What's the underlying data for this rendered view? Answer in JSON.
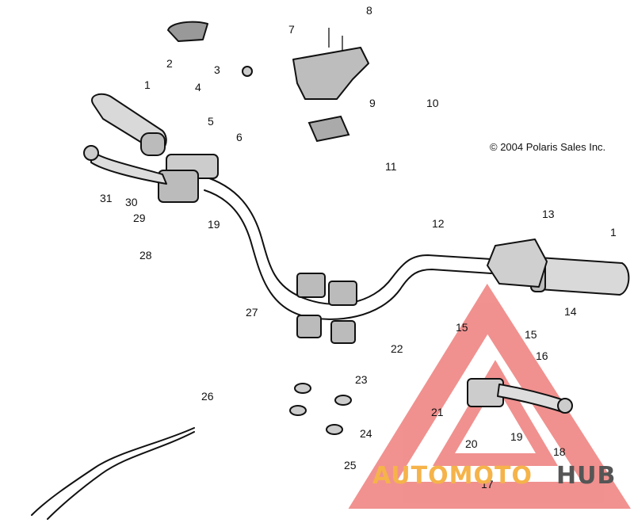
{
  "copyright": "© 2004 Polaris Sales Inc.",
  "watermark": {
    "word_a": "AUTOMOTO",
    "word_b": "HUB",
    "color_a": "#f5b34a",
    "color_b": "#555555",
    "triangle_color": "#e53935"
  },
  "callouts": [
    "1",
    "2",
    "3",
    "4",
    "5",
    "6",
    "7",
    "8",
    "9",
    "10",
    "11",
    "12",
    "13",
    "1",
    "14",
    "15",
    "15",
    "16",
    "17",
    "18",
    "19",
    "20",
    "21",
    "22",
    "23",
    "24",
    "25",
    "26",
    "27",
    "28",
    "29",
    "30",
    "31",
    "19"
  ],
  "colors": {
    "ink": "#111111",
    "part_fill": "#d9d9d9",
    "part_dark": "#555555"
  }
}
